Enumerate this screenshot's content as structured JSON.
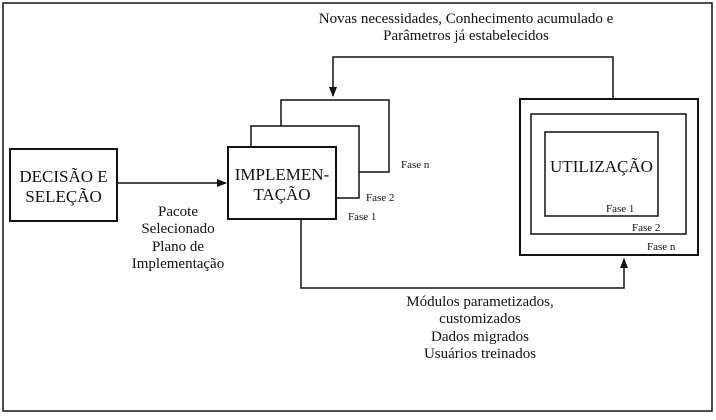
{
  "boxes": {
    "decisao": [
      "DECISÃO E",
      "SELEÇÃO"
    ],
    "implementacao": [
      "IMPLEMEN-",
      "TAÇÃO"
    ],
    "utilizacao": "UTILIZAÇÃO"
  },
  "implementacao_phases": {
    "p1": "Fase 1",
    "p2": "Fase 2",
    "pn": "Fase  n"
  },
  "utilizacao_phases": {
    "p1": "Fase 1",
    "p2": "Fase 2",
    "pn": "Fase  n"
  },
  "feedback_label": [
    "Novas necessidades, Conhecimento acumulado e",
    "Parâmetros já estabelecidos"
  ],
  "decision_output": [
    "Pacote",
    "Selecionado",
    "Plano de",
    "Implementação"
  ],
  "implementation_output": [
    "Módulos parametizados,",
    "customizados",
    "Dados migrados",
    "Usuários treinados"
  ]
}
